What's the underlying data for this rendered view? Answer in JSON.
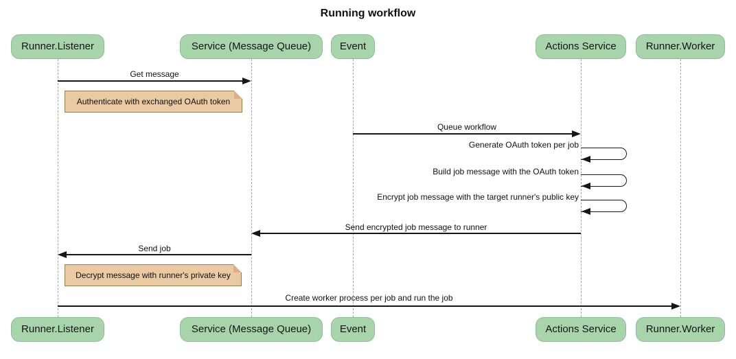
{
  "title": "Running workflow",
  "diagram_type": "sequence-diagram",
  "participants": [
    {
      "id": "runner-listener",
      "label": "Runner.Listener"
    },
    {
      "id": "service-message-queue",
      "label": "Service (Message Queue)"
    },
    {
      "id": "event",
      "label": "Event"
    },
    {
      "id": "actions-service",
      "label": "Actions Service"
    },
    {
      "id": "runner-worker",
      "label": "Runner.Worker"
    }
  ],
  "messages": [
    {
      "label": "Get message",
      "from": "Runner.Listener",
      "to": "Service (Message Queue)",
      "kind": "arrow"
    },
    {
      "label": "Queue workflow",
      "from": "Event",
      "to": "Actions Service",
      "kind": "arrow"
    },
    {
      "label": "Generate OAuth token per job",
      "from": "Actions Service",
      "to": "Actions Service",
      "kind": "self-loop"
    },
    {
      "label": "Build job message with the OAuth token",
      "from": "Actions Service",
      "to": "Actions Service",
      "kind": "self-loop"
    },
    {
      "label": "Encrypt job message with the target runner's public key",
      "from": "Actions Service",
      "to": "Actions Service",
      "kind": "self-loop"
    },
    {
      "label": "Send encrypted job message to runner",
      "from": "Actions Service",
      "to": "Service (Message Queue)",
      "kind": "arrow"
    },
    {
      "label": "Send job",
      "from": "Service (Message Queue)",
      "to": "Runner.Listener",
      "kind": "arrow"
    },
    {
      "label": "Create worker process per job and run the job",
      "from": "Runner.Listener",
      "to": "Runner.Worker",
      "kind": "arrow"
    }
  ],
  "notes": [
    {
      "label": "Authenticate with exchanged OAuth token",
      "over": "Runner.Listener"
    },
    {
      "label": "Decrypt message with runner's private key",
      "over": "Runner.Listener"
    }
  ],
  "colors": {
    "participant_fill": "#a8d4ab",
    "participant_border": "#8fbf96",
    "note_fill": "#eac9a3",
    "note_border": "#9b7c4e",
    "note_fold": "#d9b088",
    "lifeline": "#a6a6a6",
    "arrow": "#161616",
    "background": "#ffffff"
  }
}
